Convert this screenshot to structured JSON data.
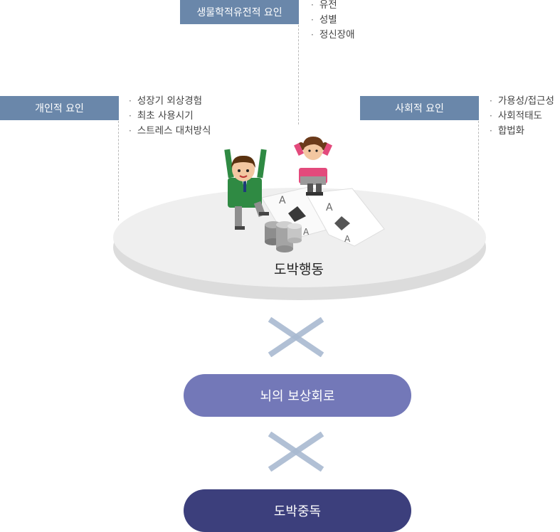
{
  "factors": {
    "biological": {
      "label": "생물학적유전적 요인",
      "items": [
        "유전",
        "성별",
        "정신장애"
      ]
    },
    "personal": {
      "label": "개인적 요인",
      "items": [
        "성장기 외상경험",
        "최초 사용시기",
        "스트레스 대처방식"
      ]
    },
    "social": {
      "label": "사회적 요인",
      "items": [
        "가용성/접근성",
        "사회적태도",
        "합법화"
      ]
    }
  },
  "platform": {
    "label": "도박행동"
  },
  "stages": {
    "reward": "뇌의 보상회로",
    "addiction": "도박중독"
  },
  "colors": {
    "factor_box": "#6a87aa",
    "reward_pill": "#7378b8",
    "addiction_pill": "#3c3f7c",
    "arrow": "#a9b9d0"
  }
}
